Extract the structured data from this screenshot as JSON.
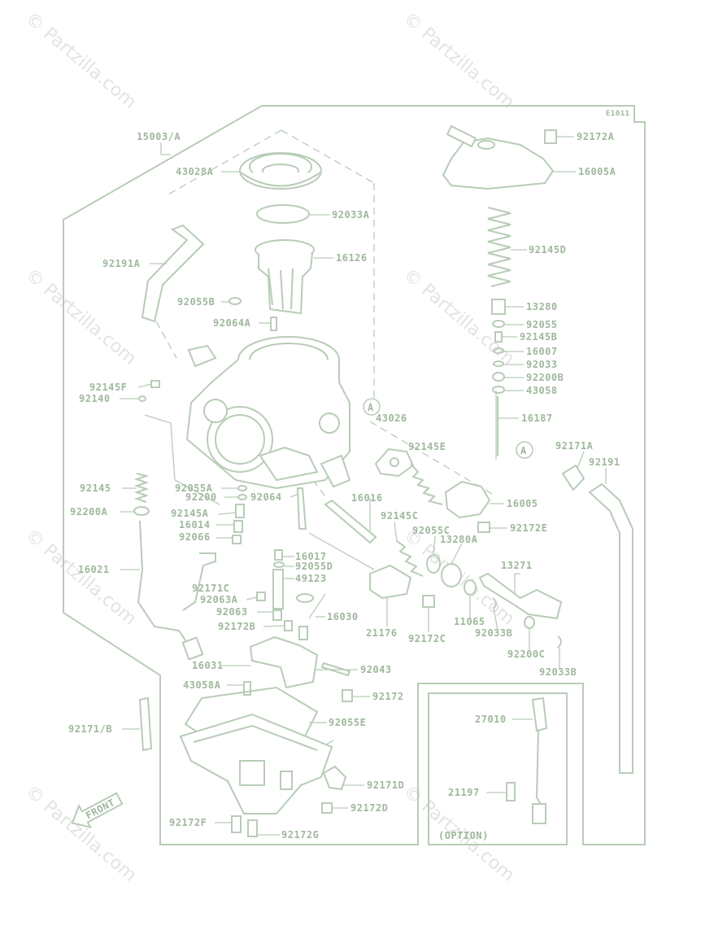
{
  "colors": {
    "line": "#b8ccb6",
    "text": "#9fb89c",
    "watermark": "#e3e3e3"
  },
  "watermark": "© Partzilla.com",
  "ref_code": "E1011",
  "labels": {
    "l15003A": "15003/A",
    "l43028A": "43028A",
    "l92033A": "92033A",
    "l16126": "16126",
    "l92191A": "92191A",
    "l92055B": "92055B",
    "l92064A": "92064A",
    "l92145F": "92145F",
    "l92140": "92140",
    "l43026": "43026",
    "l92145E": "92145E",
    "l92145": "92145",
    "l92200A": "92200A",
    "l92055A": "92055A",
    "l92200": "92200",
    "l92064": "92064",
    "l92145A": "92145A",
    "l16014": "16014",
    "l92066": "92066",
    "l16016": "16016",
    "l92145C": "92145C",
    "l92055C": "92055C",
    "l13280A": "13280A",
    "l16021": "16021",
    "l16017": "16017",
    "l92055D": "92055D",
    "l49123": "49123",
    "l92171C": "92171C",
    "l92063A": "92063A",
    "l92063": "92063",
    "l16030": "16030",
    "l92172B": "92172B",
    "l21176": "21176",
    "l92172C": "92172C",
    "l11065": "11065",
    "l92033B_1": "92033B",
    "l13271": "13271",
    "l92200C": "92200C",
    "l92033B_2": "92033B",
    "l16031": "16031",
    "l92043": "92043",
    "l43058A": "43058A",
    "l92172": "92172",
    "l92055E": "92055E",
    "l92171B": "92171/B",
    "l92171D": "92171D",
    "l92172D": "92172D",
    "l92172F": "92172F",
    "l92172G": "92172G",
    "l92172A": "92172A",
    "l16005A": "16005A",
    "l92145D": "92145D",
    "l13280": "13280",
    "l92055": "92055",
    "l92145B": "92145B",
    "l16007": "16007",
    "l92033": "92033",
    "l92200B": "92200B",
    "l43058": "43058",
    "l16187": "16187",
    "l92171A": "92171A",
    "l92191": "92191",
    "l16005": "16005",
    "l92172E": "92172E",
    "l27010": "27010",
    "l21197": "21197",
    "option": "(OPTION)",
    "circleA1": "A",
    "circleA2": "A",
    "front": "FRONT"
  }
}
